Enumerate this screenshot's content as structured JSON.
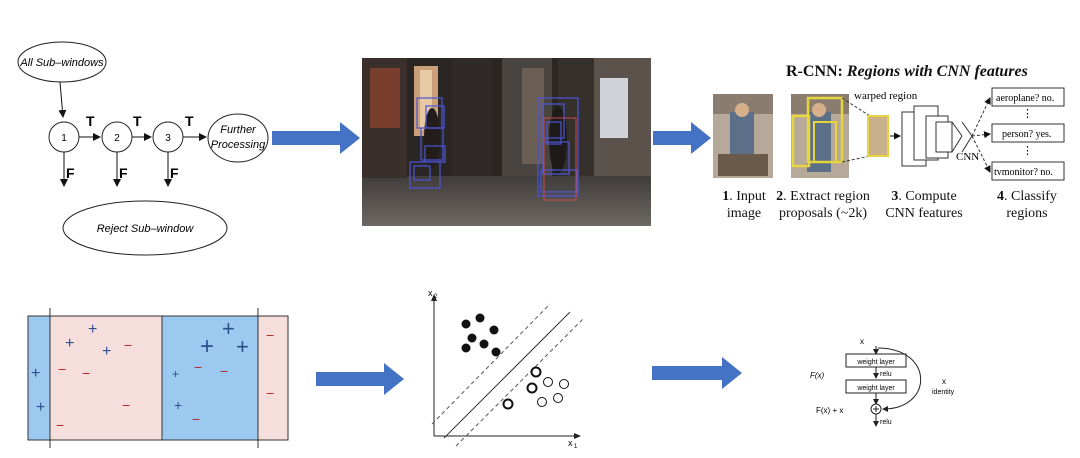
{
  "cascade": {
    "start_label": "All Sub–windows",
    "stage_labels": [
      "1",
      "2",
      "3"
    ],
    "true_label": "T",
    "false_label": "F",
    "further_label_line1": "Further",
    "further_label_line2": "Processing",
    "reject_label": "Reject Sub–window"
  },
  "rcnn": {
    "title_prefix": "R-CNN: ",
    "title_emphasis": "Regions with CNN features",
    "warped_label": "warped region",
    "cnn_label": "CNN",
    "outputs": [
      "aeroplane? no.",
      "person? yes.",
      "tvmonitor? no."
    ],
    "dots": "⋮",
    "steps": [
      {
        "num": "1",
        "line1": ". Input",
        "line2": "image"
      },
      {
        "num": "2",
        "line1": ". Extract region",
        "line2": "proposals (~2k)"
      },
      {
        "num": "3",
        "line1": ". Compute",
        "line2": "CNN features"
      },
      {
        "num": "4",
        "line1": ". Classify",
        "line2": "regions"
      }
    ]
  },
  "boosting": {
    "plus": "+",
    "minus": "−",
    "colors": {
      "blue": "#9cc9ef",
      "pink": "#f6dedd",
      "mark": "#2c4f8e",
      "minus_mark": "#b02a2a"
    }
  },
  "svm": {
    "axis_x": "x",
    "axis_x_sub": "1",
    "axis_y": "x",
    "axis_y_sub": "2"
  },
  "resnet": {
    "input_label": "x",
    "fx_label": "F(x)",
    "layer1": "weight layer",
    "relu_mid": "relu",
    "layer2": "weight layer",
    "sum_label": "F(x) + x",
    "relu_out": "relu",
    "identity_x": "x",
    "identity_label": "identity"
  },
  "colors": {
    "arrow": "#4472c4",
    "box_blue": "#4b55d8",
    "box_yellow": "#e6d53c"
  }
}
